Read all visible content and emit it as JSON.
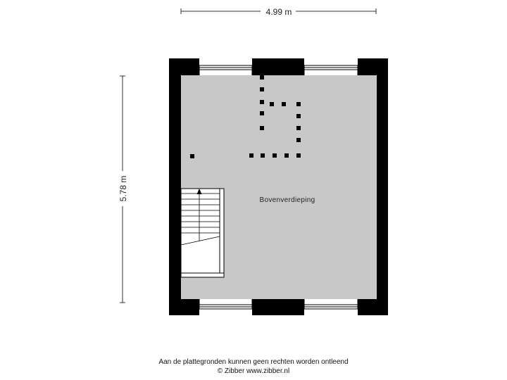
{
  "dimensions": {
    "width_label": "4.99 m",
    "height_label": "5.78 m"
  },
  "room": {
    "name": "Bovenverdieping"
  },
  "footer": {
    "line1": "Aan de plattegronden kunnen geen rechten worden ontleend",
    "line2": "© Zibber www.zibber.nl"
  },
  "colors": {
    "wall": "#000000",
    "floor": "#c8c8c8",
    "window": "#ffffff",
    "dimension_line": "#333333"
  }
}
